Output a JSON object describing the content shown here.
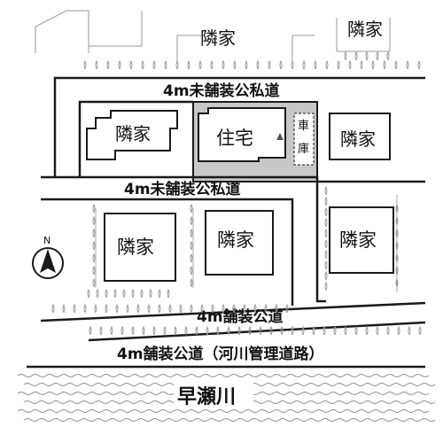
{
  "labels": {
    "neighbor": "隣家",
    "house": "住宅",
    "garage": "車庫",
    "road_private": "4m未舗装公私道",
    "road_paved": "4m舗装公道",
    "road_river": "4m舗装公道（河川管理道路）",
    "river": "早瀬川",
    "north": "N"
  },
  "colors": {
    "site_fill": "#c8c8c8",
    "line": "#1a1a1a",
    "shrub": "#9a9a9a",
    "river_texture": "#8e8e8e"
  }
}
